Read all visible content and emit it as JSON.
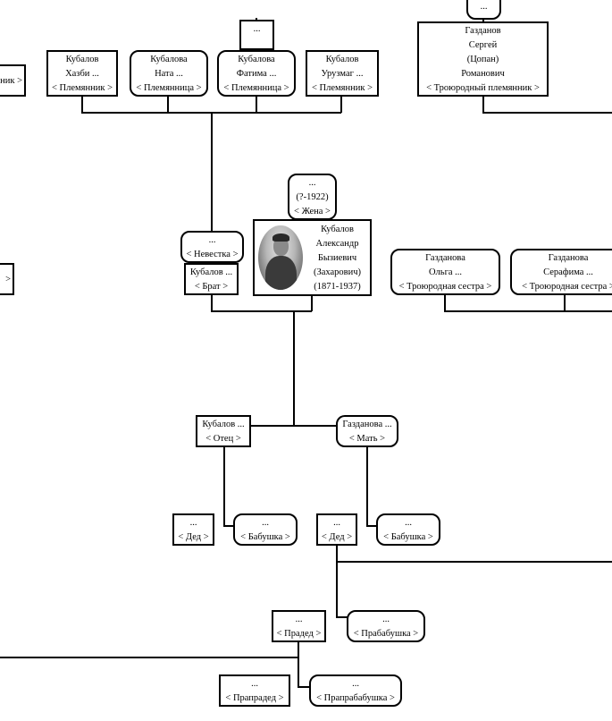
{
  "nodes": [
    {
      "id": "n-top1",
      "lines": [
        "..."
      ]
    },
    {
      "id": "n-top2",
      "lines": [
        "..."
      ]
    },
    {
      "id": "n-left-edge-1",
      "lines": [
        "ник >"
      ]
    },
    {
      "id": "n-kh",
      "lines": [
        "Кубалов",
        "Хазби ...",
        "< Племянник >"
      ]
    },
    {
      "id": "n-nata",
      "lines": [
        "Кубалова",
        "Ната ...",
        "< Племянница >"
      ]
    },
    {
      "id": "n-fatima",
      "lines": [
        "Кубалова",
        "Фатима ...",
        "< Племянница >"
      ]
    },
    {
      "id": "n-uruzmag",
      "lines": [
        "Кубалов",
        "Урузмаг ...",
        "< Племянник >"
      ]
    },
    {
      "id": "n-sergey",
      "lines": [
        "Газданов",
        "Сергей",
        "(Цопан)",
        "Романович",
        "< Троюродный племянник >"
      ]
    },
    {
      "id": "n-wife",
      "lines": [
        "...",
        "(?-1922)",
        "< Жена >"
      ]
    },
    {
      "id": "n-nevestka",
      "lines": [
        "...",
        "< Невестка >"
      ]
    },
    {
      "id": "n-brat",
      "lines": [
        "Кубалов ...",
        "< Брат >"
      ]
    },
    {
      "id": "n-main",
      "lines": [
        "Кубалов",
        "Александр",
        "Бызиевич",
        "(Захарович)",
        "(1871-1937)"
      ]
    },
    {
      "id": "n-olga",
      "lines": [
        "Газданова",
        "Ольга ...",
        "< Троюродная сестра >"
      ]
    },
    {
      "id": "n-serafima",
      "lines": [
        "Газданова",
        "Серафима ...",
        "< Троюродная сестра >"
      ]
    },
    {
      "id": "n-left-edge-2",
      "lines": [
        ">"
      ]
    },
    {
      "id": "n-father",
      "lines": [
        "Кубалов ...",
        "< Отец >"
      ]
    },
    {
      "id": "n-mother",
      "lines": [
        "Газданова ...",
        "< Мать >"
      ]
    },
    {
      "id": "n-ded1",
      "lines": [
        "...",
        "< Дед >"
      ]
    },
    {
      "id": "n-babushka1",
      "lines": [
        "...",
        "< Бабушка >"
      ]
    },
    {
      "id": "n-ded2",
      "lines": [
        "...",
        "< Дед >"
      ]
    },
    {
      "id": "n-babushka2",
      "lines": [
        "...",
        "< Бабушка >"
      ]
    },
    {
      "id": "n-praded",
      "lines": [
        "...",
        "< Прадед >"
      ]
    },
    {
      "id": "n-prababushka",
      "lines": [
        "...",
        "< Прабабушка >"
      ]
    },
    {
      "id": "n-prapraded",
      "lines": [
        "...",
        "< Прапрадед >"
      ]
    },
    {
      "id": "n-praprababushka",
      "lines": [
        "...",
        "< Прапрабабушка >"
      ]
    }
  ],
  "colors": {
    "line": "#000000",
    "box_border": "#000000",
    "background": "#ffffff"
  }
}
